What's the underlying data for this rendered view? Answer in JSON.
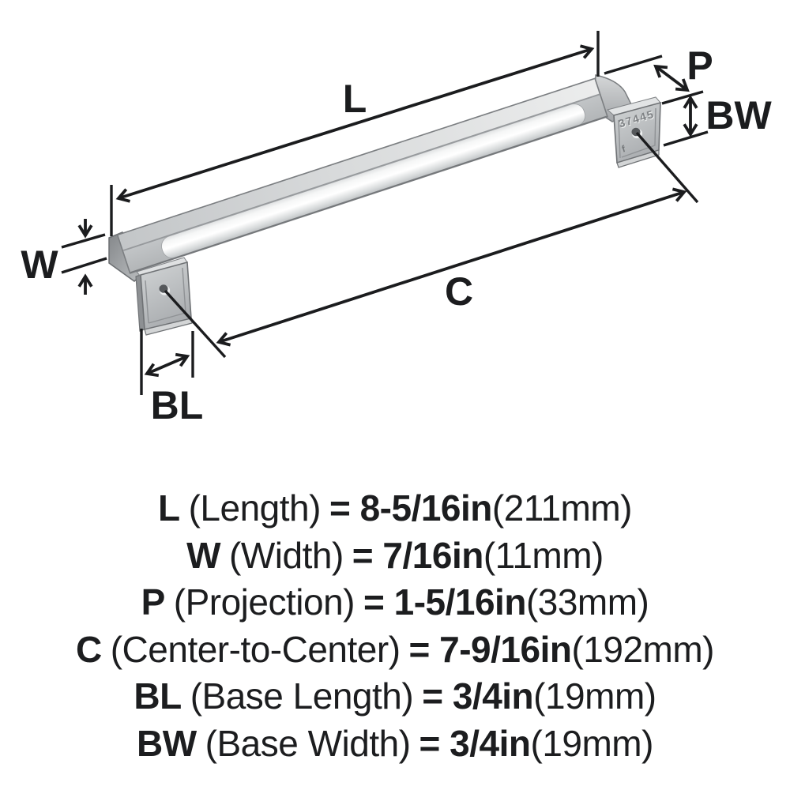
{
  "diagram": {
    "labels": {
      "length": "L",
      "width": "W",
      "projection": "P",
      "center_to_center": "C",
      "base_length": "BL",
      "base_width": "BW"
    },
    "handle": {
      "stamp": "37445",
      "stamp_mark": "f"
    },
    "colors": {
      "line": "#1b1c1e",
      "chrome_light": "#ffffff",
      "chrome_mid": "#c6c9cb",
      "chrome_dark": "#8b8e91"
    }
  },
  "specs": [
    {
      "label": "L",
      "name": "(Length)",
      "equals_value": "= 8-5/16in",
      "metric": "(211mm)"
    },
    {
      "label": "W",
      "name": "(Width)",
      "equals_value": "= 7/16in",
      "metric": "(11mm)"
    },
    {
      "label": "P",
      "name": "(Projection)",
      "equals_value": "= 1-5/16in",
      "metric": "(33mm)"
    },
    {
      "label": "C",
      "name": "(Center-to-Center)",
      "equals_value": "= 7-9/16in",
      "metric": "(192mm)"
    },
    {
      "label": "BL",
      "name": "(Base Length)",
      "equals_value": "= 3/4in",
      "metric": "(19mm)"
    },
    {
      "label": "BW",
      "name": "(Base Width)",
      "equals_value": "= 3/4in",
      "metric": "(19mm)"
    }
  ]
}
